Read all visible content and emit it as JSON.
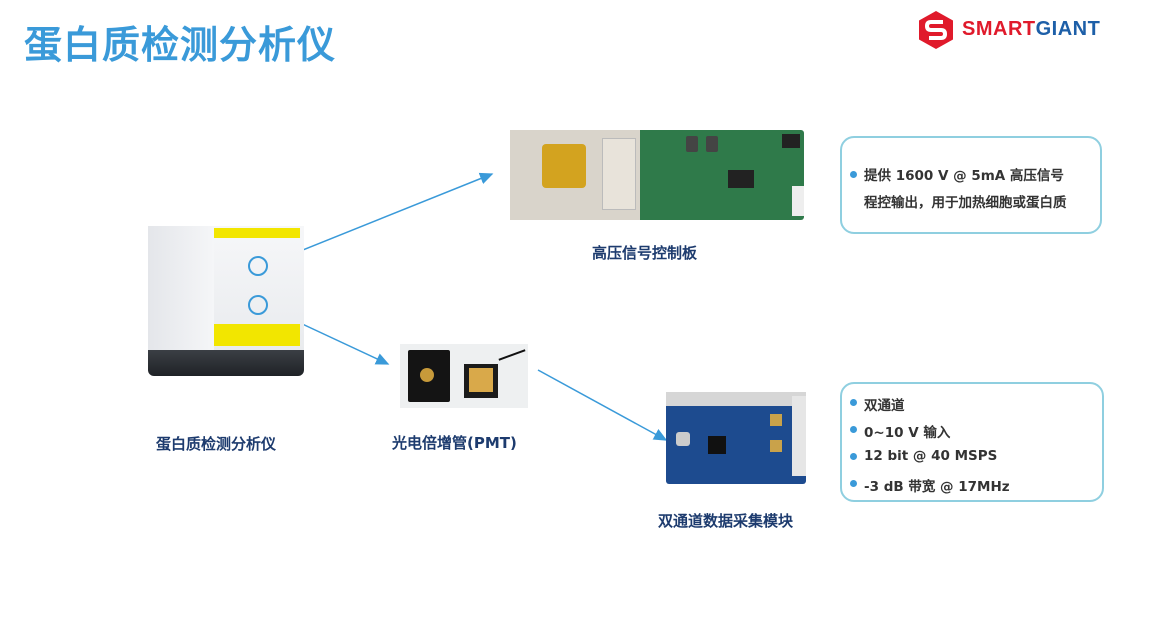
{
  "page": {
    "title": "蛋白质检测分析仪"
  },
  "logo": {
    "text_a": "SMART",
    "text_b": "GIANT",
    "color_a": "#e01a2b",
    "color_b": "#1d5fa8"
  },
  "components": {
    "analyzer": {
      "caption": "蛋白质检测分析仪"
    },
    "hv_board": {
      "caption": "高压信号控制板"
    },
    "pmt": {
      "caption": "光电倍增管(PMT)"
    },
    "daq": {
      "caption": "双通道数据采集模块"
    }
  },
  "hv_info": {
    "lines": [
      "提供 1600 V @ 5mA 高压信号",
      "程控输出，用于加热细胞或蛋白质"
    ]
  },
  "daq_info": {
    "items": [
      "双通道",
      "0~10 V 输入",
      "12 bit @ 40 MSPS",
      "-3 dB 带宽 @ 17MHz"
    ]
  },
  "colors": {
    "accent": "#3a9ad9",
    "caption": "#1d3b6e",
    "box_border": "#8fcfe0",
    "yellow": "#f2e600"
  }
}
